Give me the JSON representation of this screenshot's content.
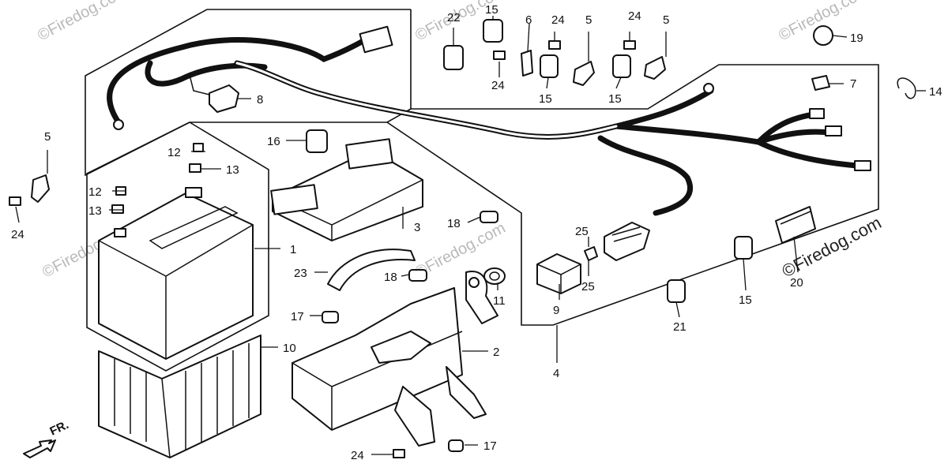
{
  "diagram": {
    "watermark": "©Firedog.com",
    "direction_label": "FR.",
    "callouts": [
      {
        "id": "c1",
        "text": "1"
      },
      {
        "id": "c2",
        "text": "2"
      },
      {
        "id": "c3",
        "text": "3"
      },
      {
        "id": "c4",
        "text": "4"
      },
      {
        "id": "c5a",
        "text": "5"
      },
      {
        "id": "c5b",
        "text": "5"
      },
      {
        "id": "c5c",
        "text": "5"
      },
      {
        "id": "c6",
        "text": "6"
      },
      {
        "id": "c7",
        "text": "7"
      },
      {
        "id": "c8",
        "text": "8"
      },
      {
        "id": "c9",
        "text": "9"
      },
      {
        "id": "c10",
        "text": "10"
      },
      {
        "id": "c11",
        "text": "11"
      },
      {
        "id": "c12a",
        "text": "12"
      },
      {
        "id": "c12b",
        "text": "12"
      },
      {
        "id": "c13a",
        "text": "13"
      },
      {
        "id": "c13b",
        "text": "13"
      },
      {
        "id": "c14",
        "text": "14"
      },
      {
        "id": "c15a",
        "text": "15"
      },
      {
        "id": "c15b",
        "text": "15"
      },
      {
        "id": "c15c",
        "text": "15"
      },
      {
        "id": "c15d",
        "text": "15"
      },
      {
        "id": "c16",
        "text": "16"
      },
      {
        "id": "c17a",
        "text": "17"
      },
      {
        "id": "c17b",
        "text": "17"
      },
      {
        "id": "c18a",
        "text": "18"
      },
      {
        "id": "c18b",
        "text": "18"
      },
      {
        "id": "c19",
        "text": "19"
      },
      {
        "id": "c20",
        "text": "20"
      },
      {
        "id": "c21",
        "text": "21"
      },
      {
        "id": "c22",
        "text": "22"
      },
      {
        "id": "c23",
        "text": "23"
      },
      {
        "id": "c24a",
        "text": "24"
      },
      {
        "id": "c24b",
        "text": "24"
      },
      {
        "id": "c24c",
        "text": "24"
      },
      {
        "id": "c24d",
        "text": "24"
      },
      {
        "id": "c24e",
        "text": "24"
      },
      {
        "id": "c25a",
        "text": "25"
      },
      {
        "id": "c25b",
        "text": "25"
      }
    ]
  }
}
